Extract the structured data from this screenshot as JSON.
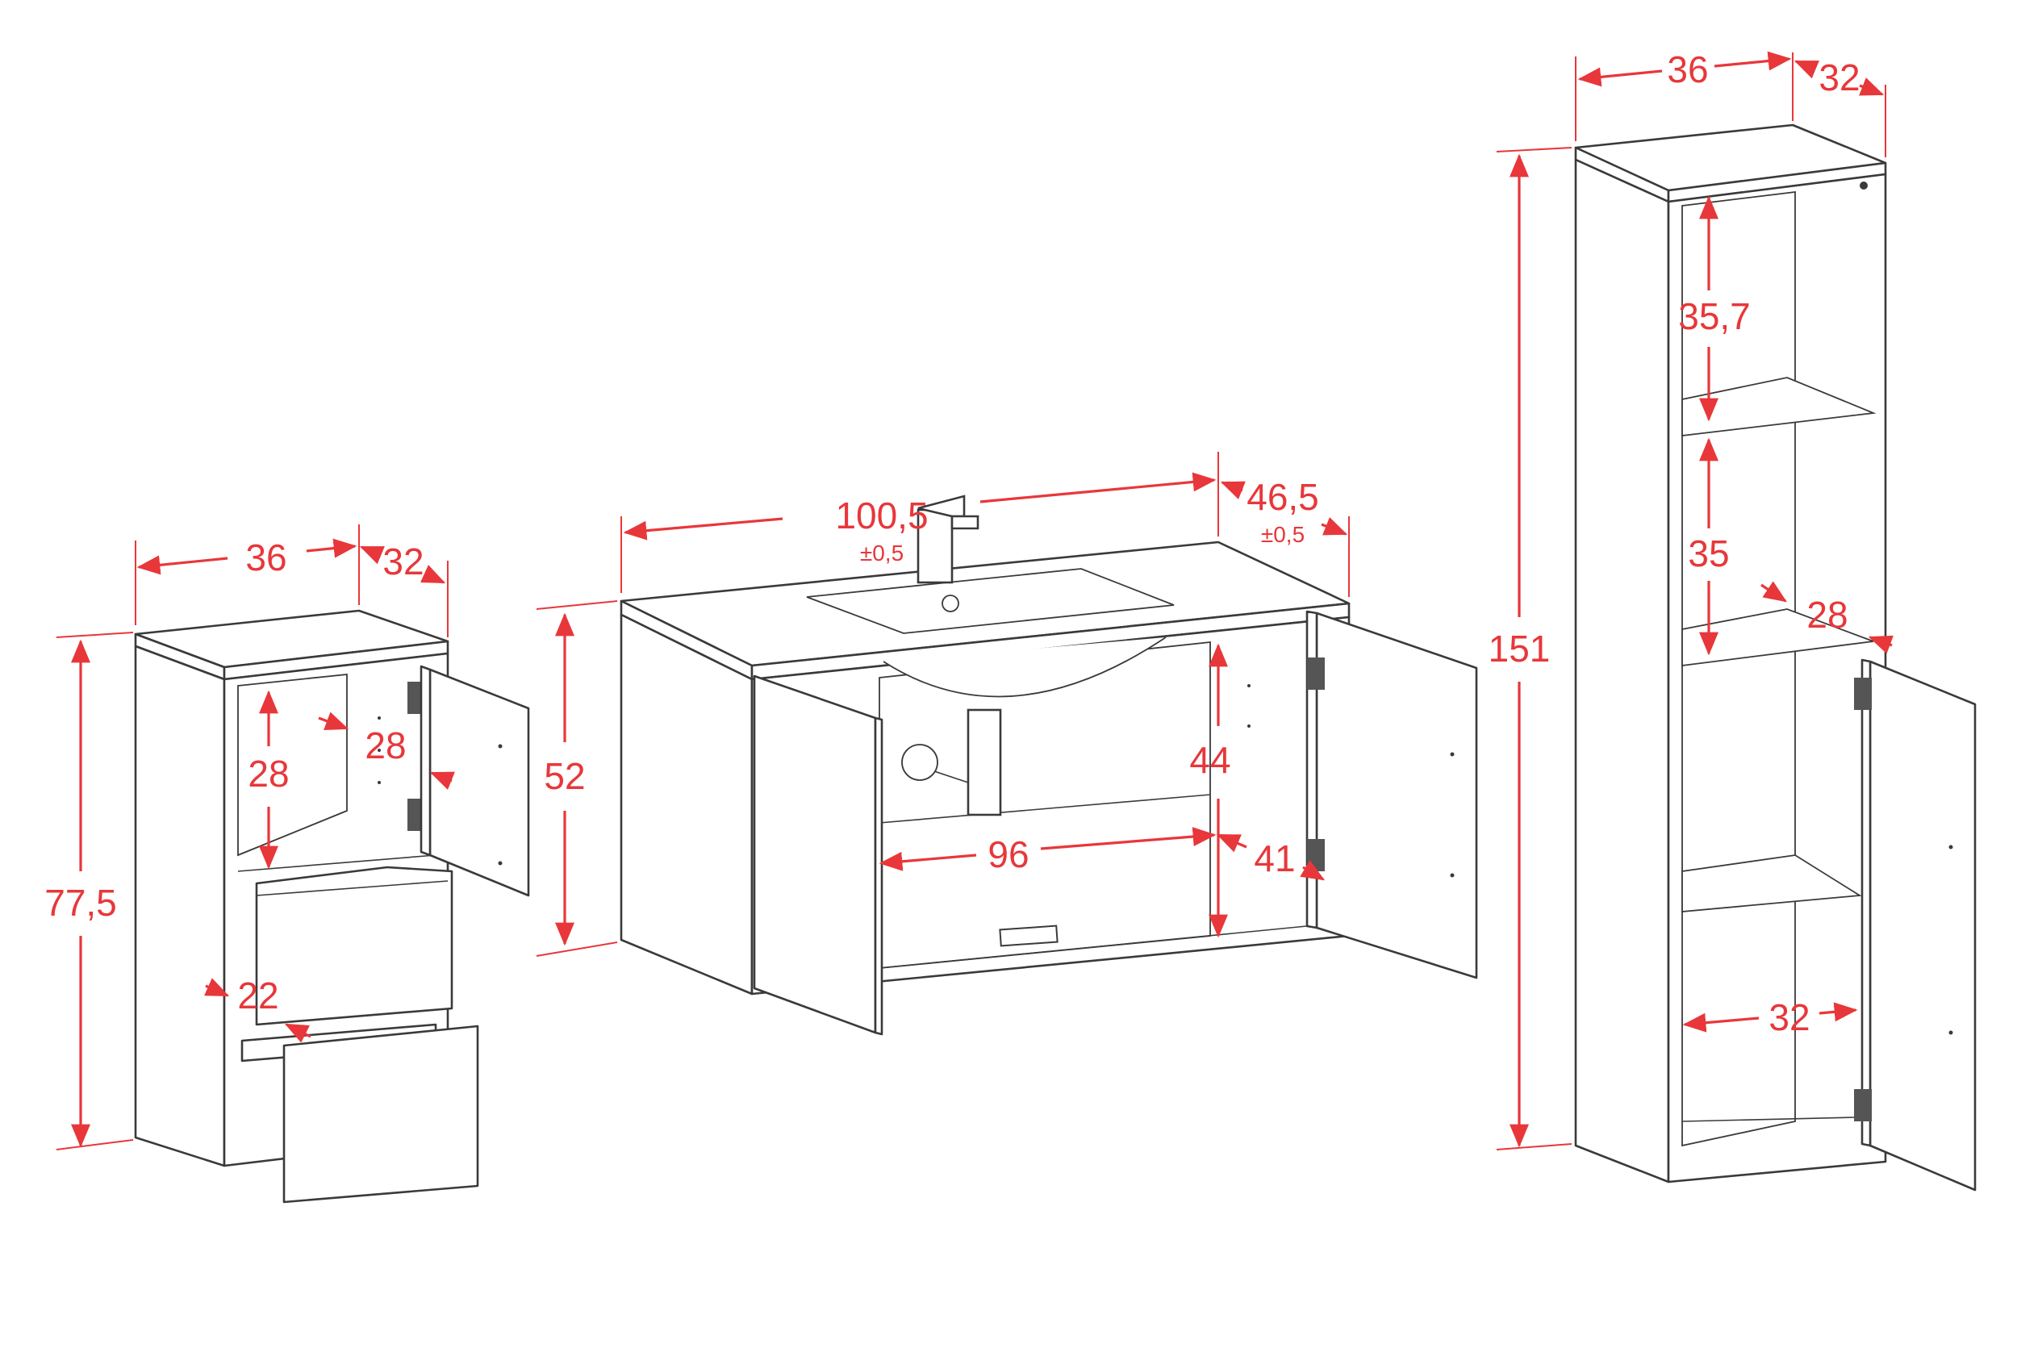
{
  "accent_color": "#e8373a",
  "line_color": "#3a3a3a",
  "left_cabinet": {
    "width": "36",
    "depth": "32",
    "height": "77,5",
    "door_opening_height": "28",
    "door_opening_depth": "28",
    "drawer_depth": "22"
  },
  "vanity": {
    "width": "100,5",
    "width_tolerance": "±0,5",
    "depth": "46,5",
    "depth_tolerance": "±0,5",
    "height": "52",
    "inner_height": "44",
    "inner_width": "96",
    "inner_depth": "41"
  },
  "tall_cabinet": {
    "width": "36",
    "depth": "32",
    "height": "151",
    "top_compartment_height": "35,7",
    "middle_compartment_height": "35",
    "shelf_depth": "28",
    "inner_width": "32"
  }
}
